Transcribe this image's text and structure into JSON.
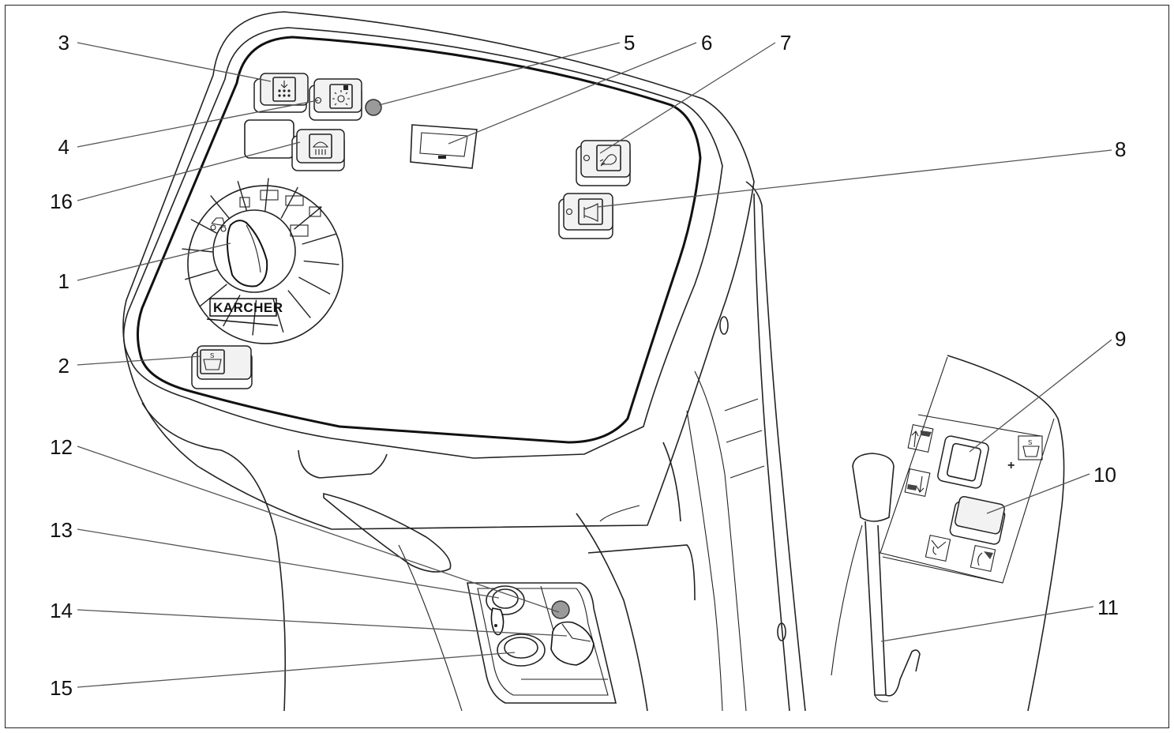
{
  "brand_text": "KARCHER",
  "callouts": [
    {
      "id": "1",
      "text": "1"
    },
    {
      "id": "2",
      "text": "2"
    },
    {
      "id": "3",
      "text": "3"
    },
    {
      "id": "4",
      "text": "4"
    },
    {
      "id": "5",
      "text": "5"
    },
    {
      "id": "6",
      "text": "6"
    },
    {
      "id": "7",
      "text": "7"
    },
    {
      "id": "8",
      "text": "8"
    },
    {
      "id": "9",
      "text": "9"
    },
    {
      "id": "10",
      "text": "10"
    },
    {
      "id": "11",
      "text": "11"
    },
    {
      "id": "12",
      "text": "12"
    },
    {
      "id": "13",
      "text": "13"
    },
    {
      "id": "14",
      "text": "14"
    },
    {
      "id": "15",
      "text": "15"
    },
    {
      "id": "16",
      "text": "16"
    }
  ],
  "icons": {
    "program_selector": "rotary-knob-icon",
    "travel": "vehicle-icon",
    "brush_lift": "brush-tank-icon",
    "detergent": "detergent-dose-icon",
    "hazard_light": "light-icon",
    "spray": "shower-icon",
    "work_light": "spotlight-icon",
    "horn": "horn-icon",
    "key_switch": "key-icon",
    "lever": "lever-icon"
  }
}
